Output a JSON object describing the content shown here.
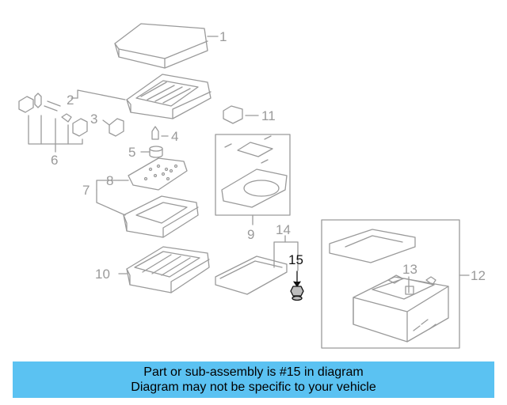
{
  "callouts": {
    "c1": "1",
    "c2": "2",
    "c3": "3",
    "c4": "4",
    "c5": "5",
    "c6": "6",
    "c7": "7",
    "c8": "8",
    "c9": "9",
    "c10": "10",
    "c11": "11",
    "c12": "12",
    "c13": "13",
    "c14": "14",
    "c15": "15"
  },
  "highlighted_part": "15",
  "banner": {
    "line1": "Part or sub-assembly is #15 in diagram",
    "line2": "Diagram may not be specific to your vehicle"
  },
  "colors": {
    "line": "#9a9a9a",
    "highlight": "#111111",
    "banner_background": "#5bc2f2"
  }
}
